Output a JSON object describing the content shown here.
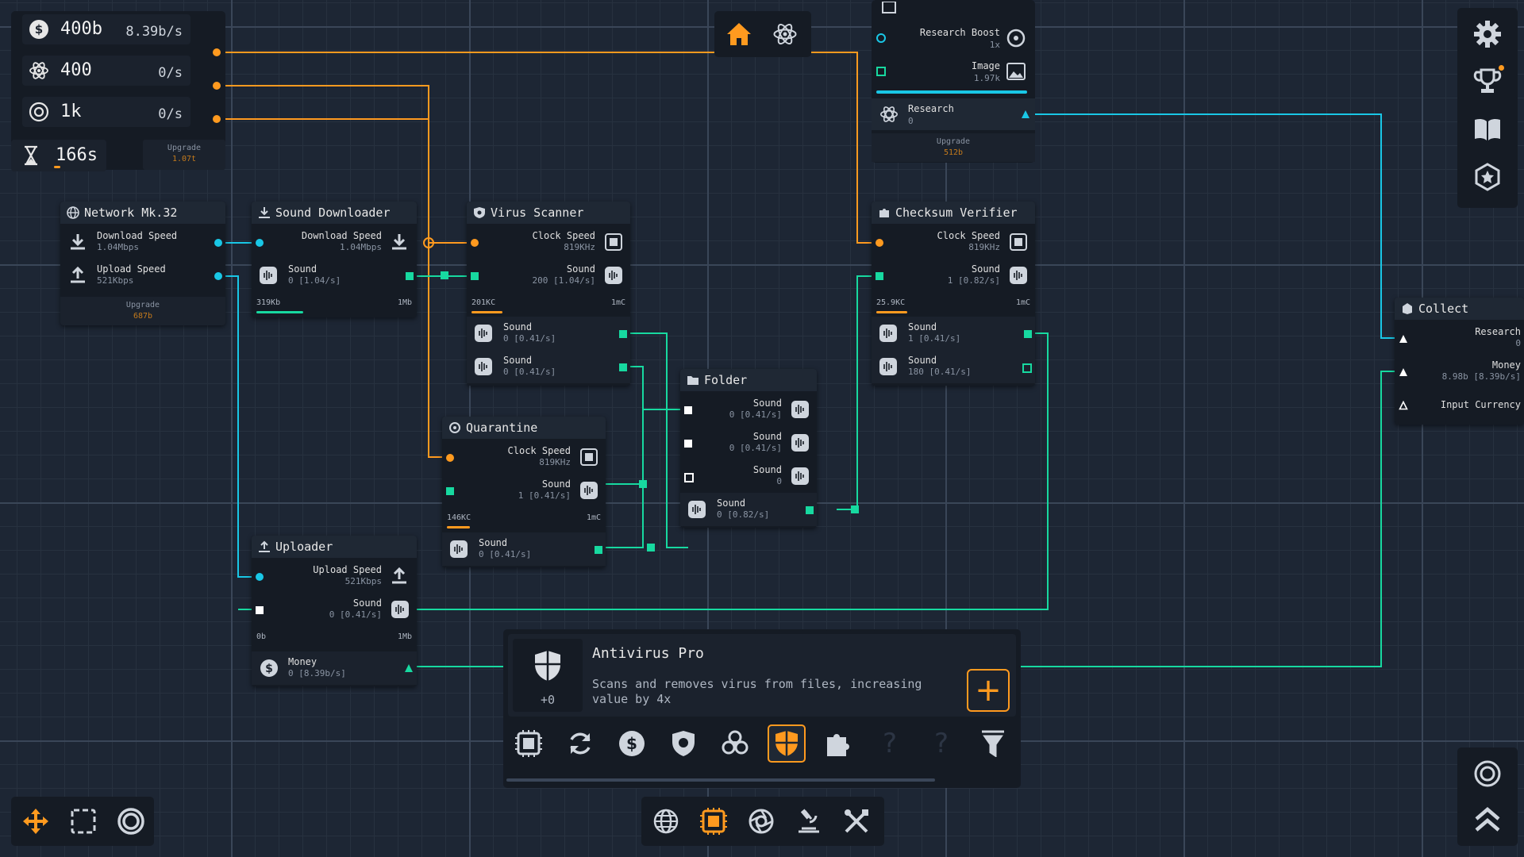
{
  "resources": {
    "money": {
      "value": "400b",
      "rate": "8.39b/s"
    },
    "research": {
      "value": "400",
      "rate": "0/s"
    },
    "input": {
      "value": "1k",
      "rate": "0/s"
    },
    "timer": {
      "value": "166s"
    },
    "hidden_upgrade": {
      "label": "Upgrade",
      "cost": "1.07t"
    }
  },
  "research_panel": {
    "rows": [
      {
        "label": "Research Boost",
        "sub": "1x"
      },
      {
        "label": "Image",
        "sub": "1.97k"
      },
      {
        "label": "Research",
        "sub": "0"
      }
    ],
    "upgrade": {
      "label": "Upgrade",
      "cost": "512b"
    }
  },
  "nodes": {
    "network": {
      "title": "Network Mk.32",
      "rows": [
        {
          "label": "Download Speed",
          "sub": "1.04Mbps"
        },
        {
          "label": "Upload Speed",
          "sub": "521Kbps"
        }
      ],
      "upgrade": {
        "label": "Upgrade",
        "cost": "687b"
      }
    },
    "downloader": {
      "title": "Sound Downloader",
      "rows": [
        {
          "label": "Download Speed",
          "sub": "1.04Mbps"
        },
        {
          "label": "Sound",
          "sub": "0 [1.04/s]"
        }
      ],
      "bar": {
        "left": "319Kb",
        "right": "1Mb",
        "fill": 0.3
      }
    },
    "scanner": {
      "title": "Virus Scanner",
      "rows": [
        {
          "label": "Clock Speed",
          "sub": "819KHz"
        },
        {
          "label": "Sound",
          "sub": "200 [1.04/s]"
        }
      ],
      "bar": {
        "left": "201KC",
        "right": "1mC",
        "fill": 0.2
      },
      "outputs": [
        {
          "label": "Sound",
          "sub": "0 [0.41/s]"
        },
        {
          "label": "Sound",
          "sub": "0 [0.41/s]"
        }
      ]
    },
    "checksum": {
      "title": "Checksum Verifier",
      "rows": [
        {
          "label": "Clock Speed",
          "sub": "819KHz"
        },
        {
          "label": "Sound",
          "sub": "1 [0.82/s]"
        }
      ],
      "bar": {
        "left": "25.9KC",
        "right": "1mC",
        "fill": 0.2
      },
      "outputs": [
        {
          "label": "Sound",
          "sub": "1 [0.41/s]"
        },
        {
          "label": "Sound",
          "sub": "180 [0.41/s]"
        }
      ]
    },
    "folder": {
      "title": "Folder",
      "rows": [
        {
          "label": "Sound",
          "sub": "0 [0.41/s]"
        },
        {
          "label": "Sound",
          "sub": "0 [0.41/s]"
        },
        {
          "label": "Sound",
          "sub": "0"
        }
      ],
      "output": {
        "label": "Sound",
        "sub": "0 [0.82/s]"
      }
    },
    "quarantine": {
      "title": "Quarantine",
      "rows": [
        {
          "label": "Clock Speed",
          "sub": "819KHz"
        },
        {
          "label": "Sound",
          "sub": "1 [0.41/s]"
        }
      ],
      "bar": {
        "left": "146KC",
        "right": "1mC",
        "fill": 0.15
      },
      "output": {
        "label": "Sound",
        "sub": "0 [0.41/s]"
      }
    },
    "uploader": {
      "title": "Uploader",
      "rows": [
        {
          "label": "Upload Speed",
          "sub": "521Kbps"
        },
        {
          "label": "Sound",
          "sub": "0 [0.41/s]"
        }
      ],
      "bar": {
        "left": "0b",
        "right": "1Mb",
        "fill": 0.0
      },
      "output": {
        "label": "Money",
        "sub": "0 [8.39b/s]"
      }
    },
    "collect": {
      "title": "Collect",
      "rows": [
        {
          "label": "Research",
          "sub": "0"
        },
        {
          "label": "Money",
          "sub": "8.98b [8.39b/s]"
        },
        {
          "label": "Input Currency",
          "sub": ""
        }
      ]
    }
  },
  "info_card": {
    "title": "Antivirus Pro",
    "description": "Scans and removes virus from files, increasing value by 4x",
    "count": "+0",
    "add_label": "+"
  },
  "palette_icons": [
    "chip-icon",
    "refresh-icon",
    "dollar-icon",
    "virus-scan-icon",
    "biohazard-icon",
    "shield-icon",
    "puzzle-icon",
    "unknown-icon",
    "unknown-icon",
    "filter-icon"
  ],
  "colors": {
    "accent": "#ff9a1f",
    "cyan": "#19c7e6",
    "green": "#17d9a0",
    "panel": "#151b24"
  }
}
